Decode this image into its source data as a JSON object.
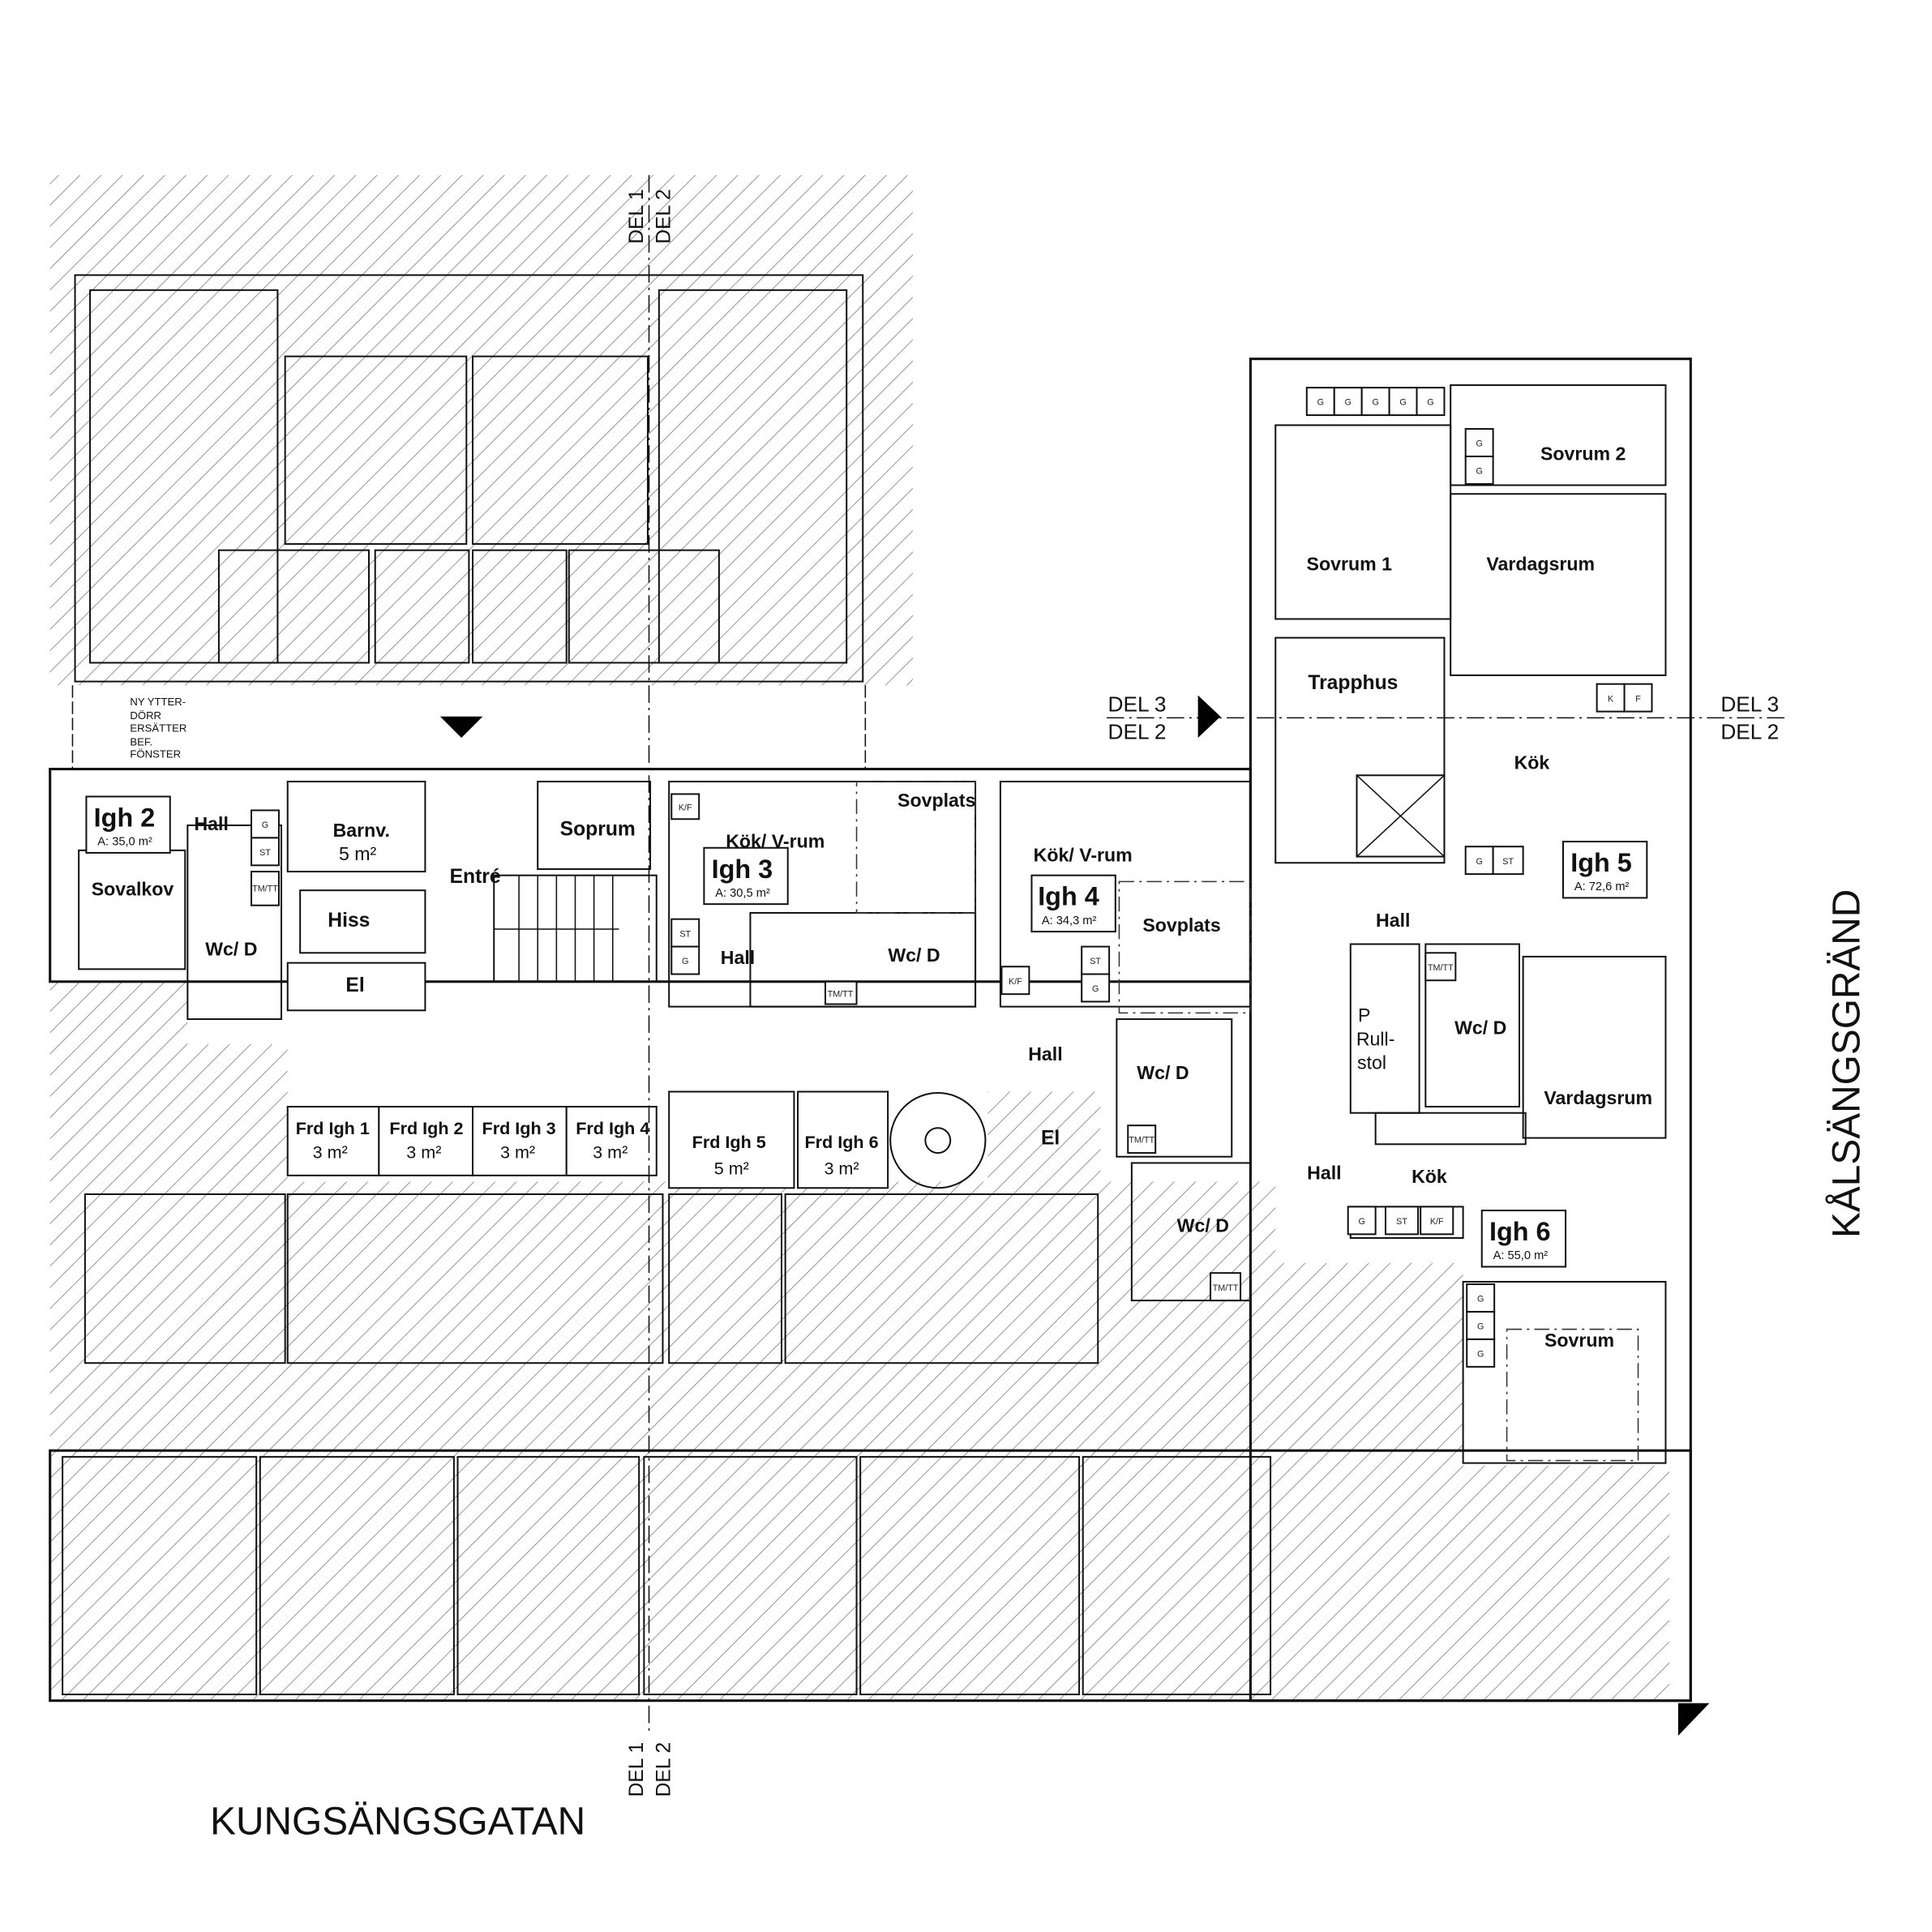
{
  "section_marks": {
    "top_del1": "DEL 1",
    "top_del2": "DEL 2",
    "bottom_del1": "DEL 1",
    "bottom_del2": "DEL 2",
    "left_del3": "DEL 3",
    "left_del2": "DEL 2",
    "right_del3": "DEL 3",
    "right_del2": "DEL 2"
  },
  "streets": {
    "south": "KUNGSÄNGSGATAN",
    "east": "KÅLSÄNGSGRÄND"
  },
  "note": [
    "NY YTTER-",
    "DÖRR",
    "ERSÄTTER",
    "BEF.",
    "FÖNSTER"
  ],
  "apartments": [
    {
      "name": "Igh 2",
      "area": "A: 35,0 m²"
    },
    {
      "name": "Igh 3",
      "area": "A: 30,5 m²"
    },
    {
      "name": "Igh 4",
      "area": "A: 34,3 m²"
    },
    {
      "name": "Igh 5",
      "area": "A: 72,6 m²"
    },
    {
      "name": "Igh 6",
      "area": "A: 55,0 m²"
    }
  ],
  "rooms": {
    "hall_2": "Hall",
    "sovalkov": "Sovalkov",
    "wcd_2": "Wc/ D",
    "barnv": "Barnv.",
    "barnv_area": "5 m²",
    "hiss": "Hiss",
    "el_1": "El",
    "entre": "Entré",
    "soprum": "Soprum",
    "kok_vrum_3": "Kök/ V-rum",
    "sovplats_3": "Sovplats",
    "hall_3": "Hall",
    "wcd_3": "Wc/ D",
    "kok_vrum_4": "Kök/ V-rum",
    "sovplats_4": "Sovplats",
    "hall_4": "Hall",
    "wcd_4": "Wc/ D",
    "el_2": "El",
    "sovrum1": "Sovrum 1",
    "sovrum2": "Sovrum 2",
    "vardagsrum_5": "Vardagsrum",
    "trapphus": "Trapphus",
    "kok_5": "Kök",
    "hall_5": "Hall",
    "p": "P",
    "rullstol_1": "Rull-",
    "rullstol_2": "stol",
    "wcd_5": "Wc/ D",
    "vardagsrum_6": "Vardagsrum",
    "hall_6": "Hall",
    "kok_6": "Kök",
    "wcd_6": "Wc/ D",
    "sovrum_6": "Sovrum"
  },
  "storage": [
    {
      "name": "Frd Igh 1",
      "area": "3 m²"
    },
    {
      "name": "Frd Igh 2",
      "area": "3 m²"
    },
    {
      "name": "Frd Igh 3",
      "area": "3 m²"
    },
    {
      "name": "Frd Igh 4",
      "area": "3 m²"
    },
    {
      "name": "Frd Igh 5",
      "area": "5 m²"
    },
    {
      "name": "Frd Igh 6",
      "area": "3 m²"
    }
  ],
  "fixtures": {
    "g": "G",
    "st": "ST",
    "tmtt": "TM/TT",
    "kf": "K/F",
    "k": "K",
    "f": "F"
  }
}
